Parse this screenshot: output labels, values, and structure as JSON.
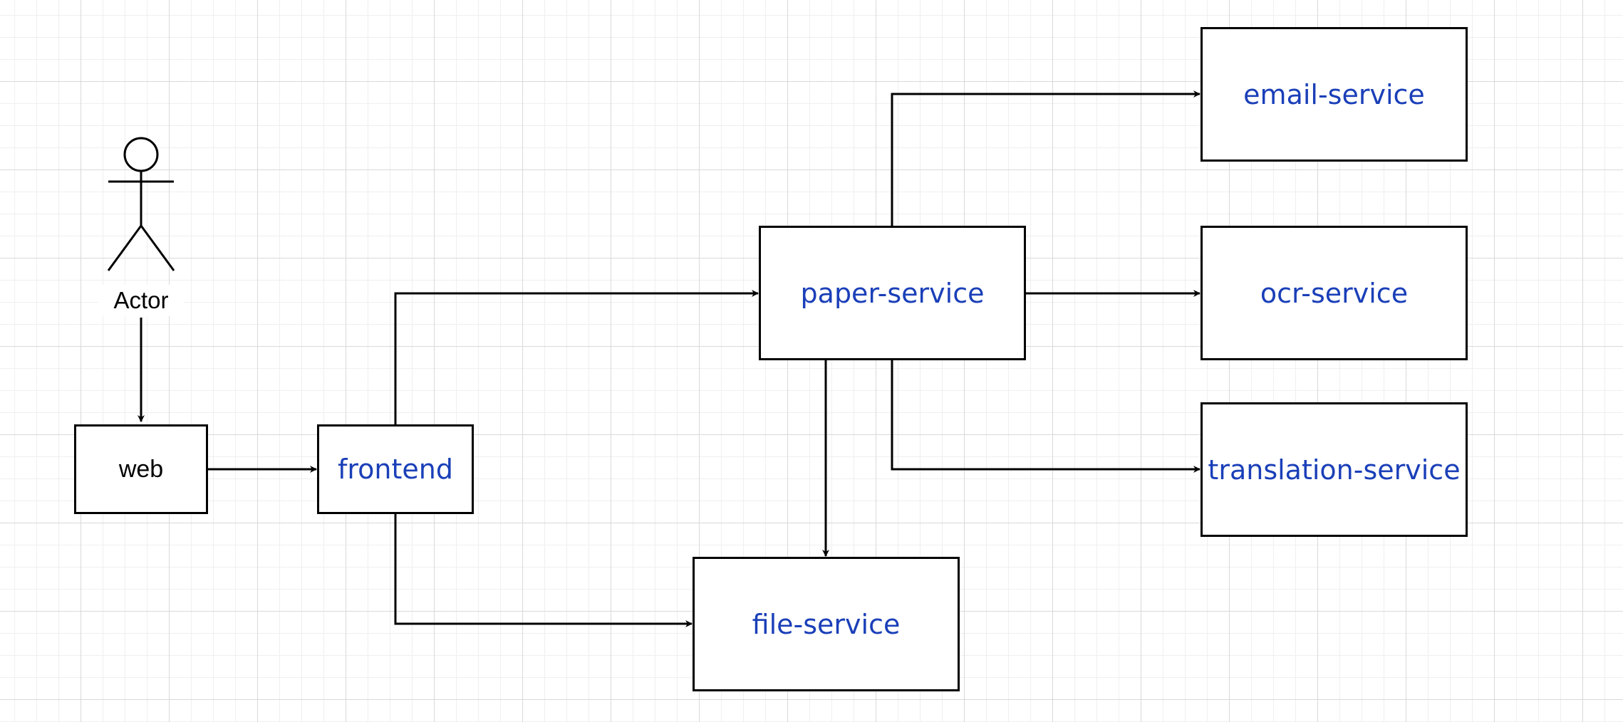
{
  "actor": {
    "label": "Actor"
  },
  "nodes": {
    "web": "web",
    "frontend": "frontend",
    "paper_service": "paper-service",
    "email_service": "email-service",
    "ocr_service": "ocr-service",
    "translation_service": "translation-service",
    "file_service": "file-service"
  },
  "edges": [
    {
      "from": "Actor",
      "to": "web"
    },
    {
      "from": "web",
      "to": "frontend"
    },
    {
      "from": "frontend",
      "to": "paper-service"
    },
    {
      "from": "frontend",
      "to": "file-service"
    },
    {
      "from": "paper-service",
      "to": "email-service"
    },
    {
      "from": "paper-service",
      "to": "ocr-service"
    },
    {
      "from": "paper-service",
      "to": "translation-service"
    },
    {
      "from": "paper-service",
      "to": "file-service"
    }
  ],
  "colors": {
    "stroke": "#000000",
    "service_label": "#1a3fb8",
    "grid_major": "#d9d9d9",
    "grid_minor": "#efefef",
    "background": "#ffffff"
  }
}
